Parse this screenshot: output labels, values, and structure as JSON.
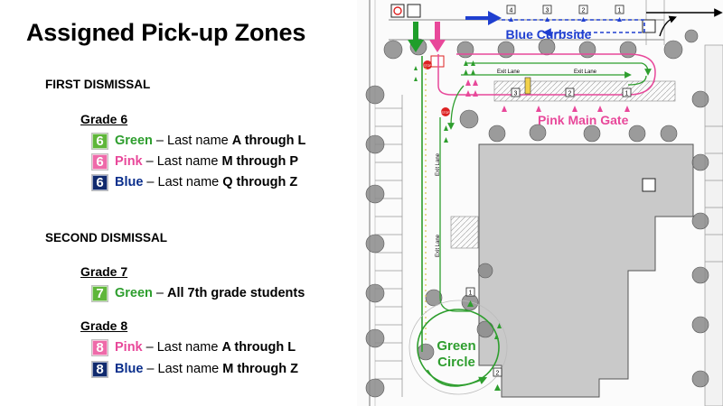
{
  "title": "Assigned Pick-up Zones",
  "colors": {
    "green": "#2e9e2e",
    "green_badge": "#5fb63a",
    "pink": "#e8489a",
    "blue": "#0b2f8c",
    "blue_badge": "#102a6e"
  },
  "first": {
    "header": "FIRST DISMISSAL",
    "grade_label": "Grade 6",
    "rows": [
      {
        "badge": "6",
        "color": "Green",
        "dash": "–",
        "text": "Last name ",
        "bold": "A through L"
      },
      {
        "badge": "6",
        "color": "Pink",
        "dash": "–",
        "text": "Last name ",
        "bold": "M through P"
      },
      {
        "badge": "6",
        "color": "Blue",
        "dash": "–",
        "text": "Last name ",
        "bold": "Q through Z"
      }
    ]
  },
  "second": {
    "header": "SECOND DISMISSAL",
    "grade7_label": "Grade 7",
    "grade7_row": {
      "badge": "7",
      "color": "Green",
      "dash": "–",
      "text": "All 7th grade students"
    },
    "grade8_label": "Grade 8",
    "grade8_rows": [
      {
        "badge": "8",
        "color": "Pink",
        "dash": "–",
        "text": "Last name ",
        "bold": "A through L"
      },
      {
        "badge": "8",
        "color": "Blue",
        "dash": "–",
        "text": "Last name ",
        "bold": "M through Z"
      }
    ]
  },
  "map": {
    "blue_label": "Blue Curbside",
    "pink_label": "Pink Main Gate",
    "green_label_1": "Green",
    "green_label_2": "Circle",
    "exit_lane": "Exit Lane",
    "stop": "STOP",
    "blue_stations": [
      "4",
      "3",
      "2",
      "1"
    ],
    "pink_stations": [
      "3",
      "2",
      "1"
    ],
    "green_stations": [
      "1",
      "2"
    ]
  }
}
